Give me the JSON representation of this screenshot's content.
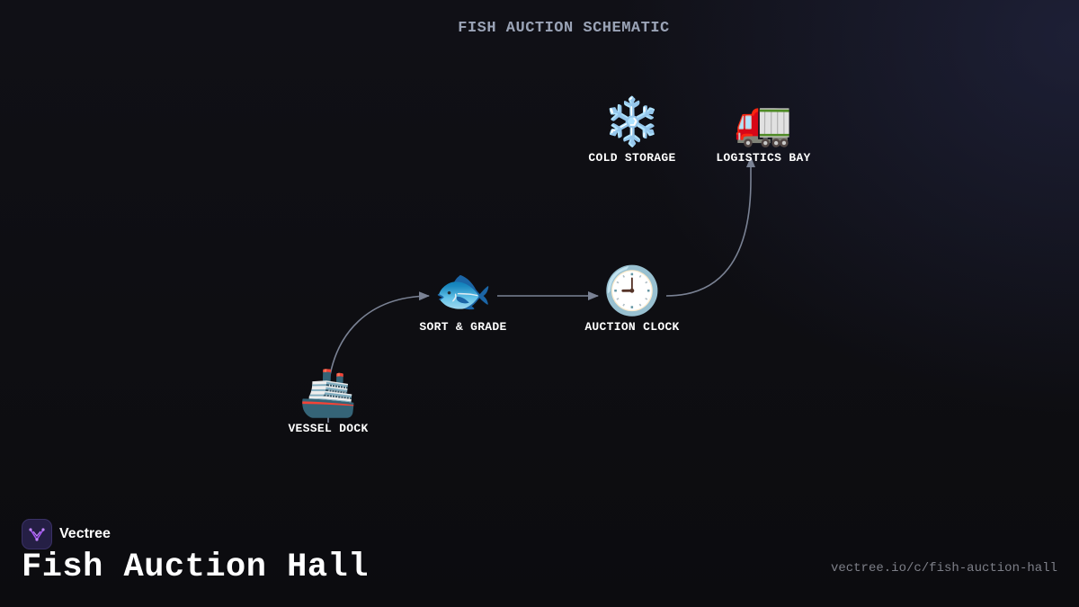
{
  "diagram": {
    "title": "FISH AUCTION SCHEMATIC",
    "nodes": [
      {
        "id": "vessel-dock",
        "label": "VESSEL DOCK",
        "icon": "🚢",
        "icon_name": "ship-icon"
      },
      {
        "id": "sort-grade",
        "label": "SORT & GRADE",
        "icon": "🐟",
        "icon_name": "fish-icon"
      },
      {
        "id": "auction-clock",
        "label": "AUCTION CLOCK",
        "icon": "🕘",
        "icon_name": "clock-icon"
      },
      {
        "id": "cold-storage",
        "label": "COLD STORAGE",
        "icon": "❄️",
        "icon_name": "snowflake-icon"
      },
      {
        "id": "logistics-bay",
        "label": "LOGISTICS BAY",
        "icon": "🚛",
        "icon_name": "truck-icon"
      }
    ],
    "edges": [
      {
        "from": "vessel-dock",
        "to": "sort-grade"
      },
      {
        "from": "sort-grade",
        "to": "auction-clock"
      },
      {
        "from": "auction-clock",
        "to": "logistics-bay"
      }
    ]
  },
  "brand": {
    "name": "Vectree",
    "logo_color": "#251f45",
    "accent": "#a855f7"
  },
  "footer": {
    "title": "Fish Auction Hall",
    "url": "vectree.io/c/fish-auction-hall"
  },
  "colors": {
    "background": "#0e0e12",
    "edge": "#7a8294",
    "title": "#9aa3b6"
  }
}
